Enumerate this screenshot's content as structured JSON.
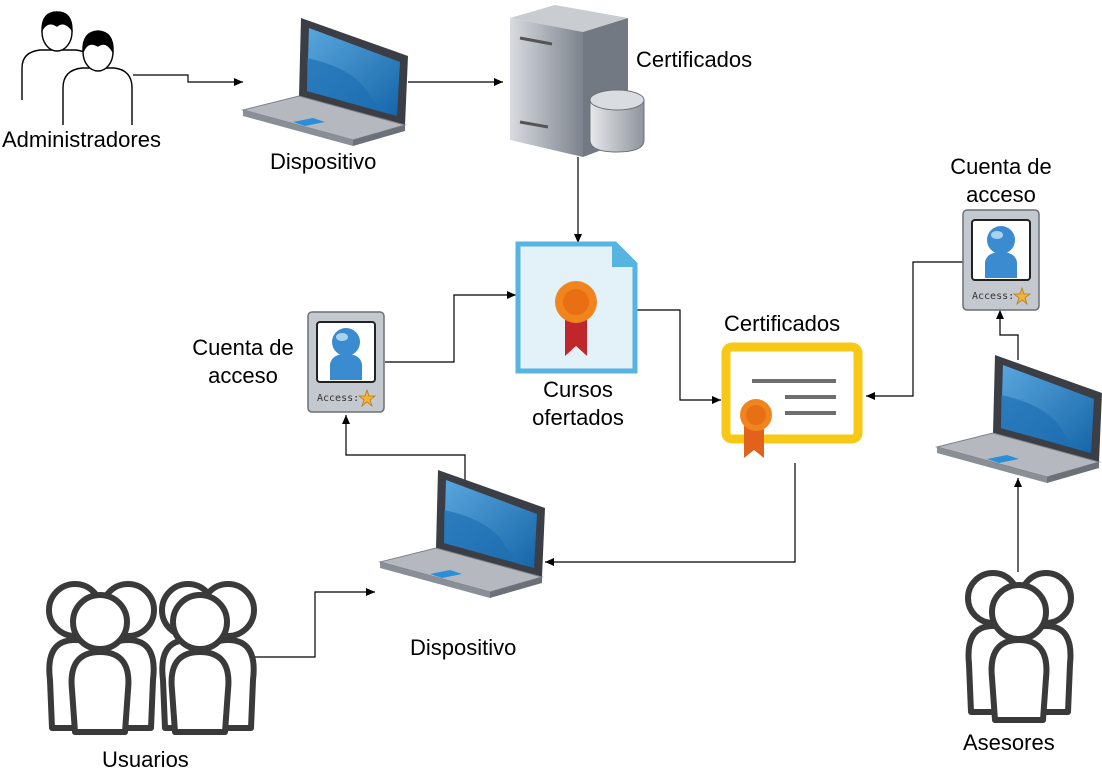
{
  "nodes": {
    "administradores": {
      "label": "Administradores",
      "icon": "admin-users-icon"
    },
    "dispositivo_admin": {
      "label": "Dispositivo",
      "icon": "laptop-icon"
    },
    "servidor": {
      "label": "Certificados",
      "icon": "server-database-icon"
    },
    "cursos": {
      "label": "Cursos ofertados",
      "icon": "course-certificate-document-icon"
    },
    "certificados_centro": {
      "label": "Certificados",
      "icon": "award-certificate-icon"
    },
    "cuenta_izquierda": {
      "label": "Cuenta de acceso",
      "icon": "access-card-icon",
      "badge": "Access:"
    },
    "cuenta_derecha": {
      "label": "Cuenta de acceso",
      "icon": "access-card-icon",
      "badge": "Access:"
    },
    "dispositivo_usuarios": {
      "label": "Dispositivo",
      "icon": "laptop-icon"
    },
    "dispositivo_asesores": {
      "label": "",
      "icon": "laptop-icon"
    },
    "usuarios": {
      "label": "Usuarios",
      "icon": "user-group-icon"
    },
    "asesores": {
      "label": "Asesores",
      "icon": "user-group-icon"
    }
  },
  "edges": [
    {
      "from": "administradores",
      "to": "dispositivo_admin"
    },
    {
      "from": "dispositivo_admin",
      "to": "servidor"
    },
    {
      "from": "servidor",
      "to": "cursos"
    },
    {
      "from": "cuenta_izquierda",
      "to": "cursos"
    },
    {
      "from": "cursos",
      "to": "certificados_centro"
    },
    {
      "from": "cuenta_derecha",
      "to": "certificados_centro"
    },
    {
      "from": "certificados_centro",
      "to": "dispositivo_usuarios"
    },
    {
      "from": "dispositivo_usuarios",
      "to": "cuenta_izquierda"
    },
    {
      "from": "usuarios",
      "to": "dispositivo_usuarios"
    },
    {
      "from": "dispositivo_asesores",
      "to": "cuenta_derecha"
    },
    {
      "from": "asesores",
      "to": "dispositivo_asesores"
    }
  ],
  "colors": {
    "laptop_screen": "#1e6fb3",
    "laptop_body": "#b5b8bf",
    "server_gray": "#9aa0aa",
    "doc_border": "#56b4e0",
    "ribbon_orange": "#f0851e",
    "ribbon_red": "#c0272d",
    "cert_gold": "#f7c815",
    "card_blue": "#3b8bd0",
    "line": "#000000"
  }
}
